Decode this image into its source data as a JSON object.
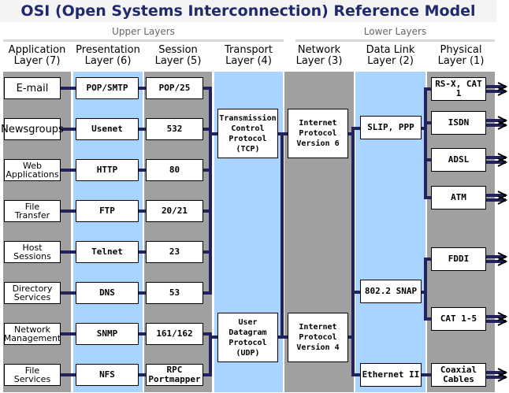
{
  "title": "OSI (Open Systems Interconnection) Reference Model",
  "groups": {
    "upper": "Upper Layers",
    "lower": "Lower Layers"
  },
  "headers": {
    "application": [
      "Application",
      "Layer (7)"
    ],
    "presentation": [
      "Presentation",
      "Layer (6)"
    ],
    "session": [
      "Session",
      "Layer (5)"
    ],
    "transport": [
      "Transport",
      "Layer (4)"
    ],
    "network": [
      "Network",
      "Layer (3)"
    ],
    "datalink": [
      "Data Link",
      "Layer (2)"
    ],
    "physical": [
      "Physical",
      "Layer (1)"
    ]
  },
  "application": [
    [
      "E-mail"
    ],
    [
      "Newsgroups"
    ],
    [
      "Web",
      "Applications"
    ],
    [
      "File",
      "Transfer"
    ],
    [
      "Host",
      "Sessions"
    ],
    [
      "Directory",
      "Services"
    ],
    [
      "Network",
      "Management"
    ],
    [
      "File",
      "Services"
    ]
  ],
  "presentation": [
    "POP/SMTP",
    "Usenet",
    "HTTP",
    "FTP",
    "Telnet",
    "DNS",
    "SNMP",
    "NFS"
  ],
  "session": [
    [
      "POP/25"
    ],
    [
      "532"
    ],
    [
      "80"
    ],
    [
      "20/21"
    ],
    [
      "23"
    ],
    [
      "53"
    ],
    [
      "161/162"
    ],
    [
      "RPC",
      "Portmapper"
    ]
  ],
  "transport": [
    [
      "Transmission",
      "Control",
      "Protocol (TCP)"
    ],
    [
      "User",
      "Datagram",
      "Protocol (UDP)"
    ]
  ],
  "network": [
    [
      "Internet",
      "Protocol",
      "Version 6"
    ],
    [
      "Internet",
      "Protocol",
      "Version 4"
    ]
  ],
  "datalink": [
    "SLIP, PPP",
    "802.2 SNAP",
    "Ethernet II"
  ],
  "physical": [
    [
      "RS-X, CAT 1"
    ],
    [
      "ISDN"
    ],
    [
      "ADSL"
    ],
    [
      "ATM"
    ],
    [
      "FDDI"
    ],
    [
      "CAT 1-5"
    ],
    [
      "Coaxial",
      "Cables"
    ]
  ],
  "colors": {
    "grey": "#a0a0a0",
    "blue": "#a8d4ff",
    "line": "#22225e",
    "title": "#1f2a6e"
  }
}
